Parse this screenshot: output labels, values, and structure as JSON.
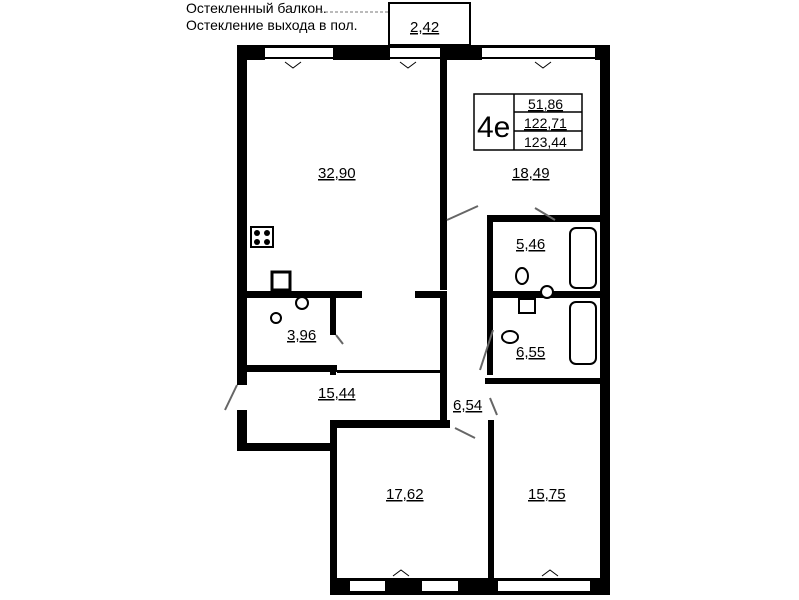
{
  "legend": {
    "glazed_balcony": "Остекленный балкон.",
    "glazed_exit": "Остекление выхода в пол."
  },
  "apartment": {
    "type": "4е",
    "living_area": "51,86",
    "total_area": "122,71",
    "total_area_with_balcony": "123,44"
  },
  "rooms": {
    "balcony": "2,42",
    "living_kitchen": "32,90",
    "bedroom_ne": "18,49",
    "bath_1": "5,46",
    "bath_2": "6,55",
    "wc": "3,96",
    "hall": "15,44",
    "corridor": "6,54",
    "bedroom_sw": "17,62",
    "bedroom_se": "15,75"
  },
  "colors": {
    "wall": "#000000",
    "background": "#ffffff",
    "fixture": "#555555"
  }
}
